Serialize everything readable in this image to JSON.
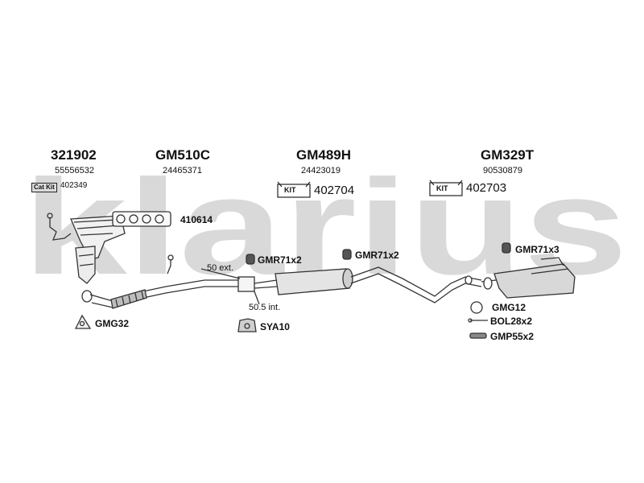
{
  "watermark": "klarius",
  "parts": {
    "manifold": {
      "code": "321902",
      "ref": "55556532",
      "catkit_tag": "Cat Kit",
      "catkit_num": "402349"
    },
    "gasket": {
      "code": "GM510C",
      "ref": "24465371",
      "label": "410614"
    },
    "middle": {
      "code": "GM489H",
      "ref": "24423019",
      "kit_tag": "KIT",
      "kit_num": "402704"
    },
    "rear": {
      "code": "GM329T",
      "ref": "90530879",
      "kit_tag": "KIT",
      "kit_num": "402703"
    }
  },
  "fittings": {
    "gmr_a": "GMR71x2",
    "gmr_b": "GMR71x2",
    "gmr_c": "GMR71x3",
    "gmg32": "GMG32",
    "sya10": "SYA10",
    "gmg12": "GMG12",
    "bol": "BOL28x2",
    "gmp": "GMP55x2"
  },
  "notes": {
    "ext": "50 ext.",
    "int": "50.5 int."
  }
}
